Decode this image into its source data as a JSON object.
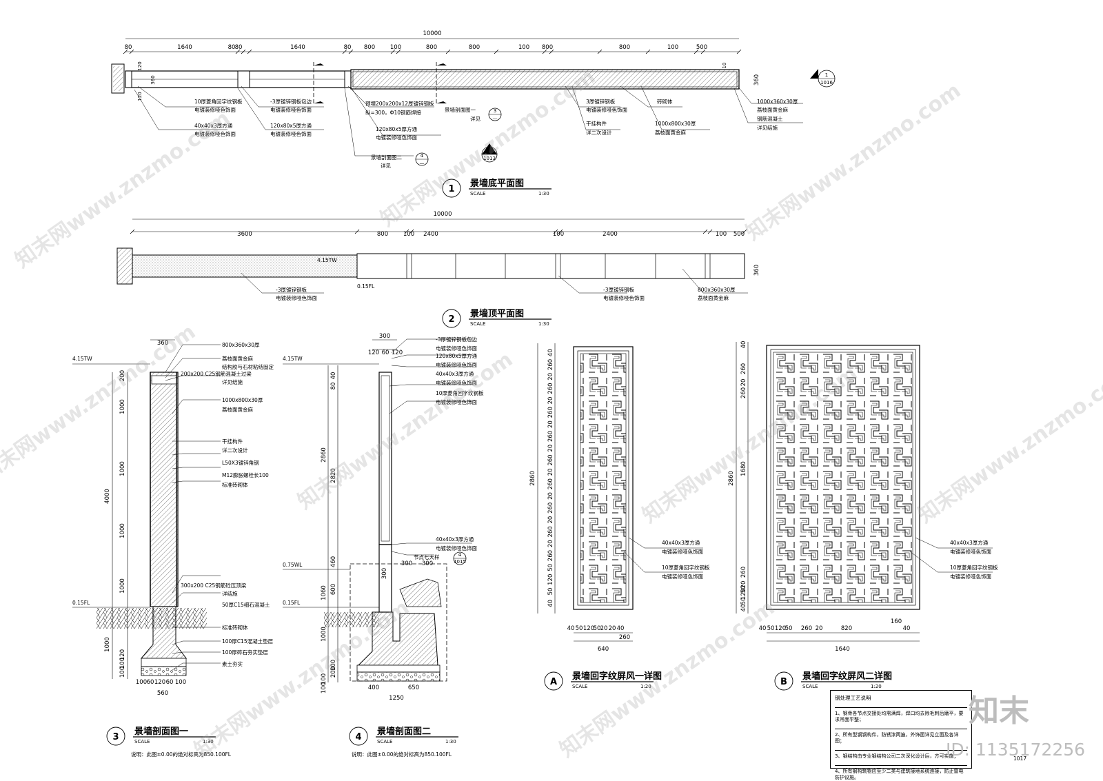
{
  "plan1": {
    "total": "10000",
    "dims": [
      "80",
      "1640",
      "80",
      "80",
      "1640",
      "80",
      "800",
      "100",
      "800",
      "800",
      "100",
      "800",
      "800",
      "100",
      "500"
    ],
    "notes": [
      "10厚菱角回字纹钢板",
      "电镀装修哑色饰面",
      "40x40x3厚方通",
      "电镀装修哑色饰面",
      "-3厚镀锌钢板包边",
      "电镀装修哑色饰面",
      "120x80x5厚方通",
      "电镀装修哑色饰面",
      "预埋200x200x12厚镀锌钢板",
      "纵=300，Φ10钢筋焊接",
      "120x80x5厚方通",
      "电镀装修哑色饰面",
      "3厚镀锌钢板",
      "电镀装修哑色饰面",
      "干挂构件",
      "详二次设计",
      "1000x800x30厚",
      "荔枝面黄金麻",
      "砖砌体",
      "1000x360x30厚",
      "荔枝面黄金麻",
      "钢筋混凝土",
      "详见结施"
    ],
    "callouts": [
      "景墙剖面图一",
      "详见",
      "景墙剖面图二",
      "详见"
    ],
    "callout_nums": [
      "3",
      "—",
      "4",
      "—"
    ],
    "sym_top": [
      "1",
      "1016"
    ],
    "sym_bottom": [
      "2",
      "1013"
    ],
    "side_dims": [
      "120",
      "360",
      "120",
      "10",
      "360"
    ]
  },
  "titles": {
    "t1": {
      "num": "1",
      "name": "景墙底平面图",
      "scale_lbl": "SCALE",
      "scale": "1:30"
    },
    "t2": {
      "num": "2",
      "name": "景墙顶平面图",
      "scale_lbl": "SCALE",
      "scale": "1:30"
    },
    "t3": {
      "num": "3",
      "name": "景墙剖面图一",
      "scale_lbl": "SCALE",
      "scale": "1:30"
    },
    "t4": {
      "num": "4",
      "name": "景墙剖面图二",
      "scale_lbl": "SCALE",
      "scale": "1:30"
    },
    "tA": {
      "num": "A",
      "name": "景墙回字纹屏风一详图",
      "scale_lbl": "SCALE",
      "scale": "1:20"
    },
    "tB": {
      "num": "B",
      "name": "景墙回字纹屏风二详图",
      "scale_lbl": "SCALE",
      "scale": "1:20"
    }
  },
  "plan2": {
    "total": "10000",
    "dims": [
      "3600",
      "800",
      "100",
      "2400",
      "100",
      "2400",
      "100",
      "500"
    ],
    "level_top": "4.15TW",
    "level_fl": "0.15FL",
    "side": "360",
    "notes": [
      "-3厚镀锌钢板",
      "电镀装修哑色饰面",
      "-3厚镀锌钢板",
      "电镀装修哑色饰面",
      "800x360x30厚",
      "荔枝面黄金麻"
    ]
  },
  "sec3": {
    "top_dim": "360",
    "levels": [
      "4.15TW",
      "0.15FL"
    ],
    "vdims": [
      "1000",
      "1000",
      "4000",
      "1000",
      "1000",
      "200",
      "1000",
      "120",
      "100",
      "100"
    ],
    "bottom_dims": [
      "100",
      "60",
      "120",
      "60",
      "100",
      "560"
    ],
    "notes": [
      "800x360x30厚",
      "荔枝面黄金麻",
      "结构胶与石材粘结固定",
      "200x200 C25钢筋混凝土过梁",
      "详见结施",
      "1000x800x30厚",
      "荔枝面黄金麻",
      "干挂构件",
      "详二次设计",
      "L50X3镀锌角钢",
      "M12膨胀螺栓长100",
      "标准砖砌体",
      "300x200 C25钢筋砼压顶梁",
      "详结施",
      "50厚C15细石混凝土",
      "标准砖砌体",
      "100厚C15混凝土垫层",
      "100厚碎石夯实垫层",
      "素土夯实"
    ],
    "caption": "说明：此图±0.00的绝对标高为850.100FL"
  },
  "sec4": {
    "top_dims": [
      "300",
      "120",
      "60",
      "120"
    ],
    "levels": [
      "4.15TW",
      "0.75WL",
      "0.15FL"
    ],
    "vdims": [
      "40",
      "80",
      "2860",
      "2820",
      "460",
      "1060",
      "600",
      "1000",
      "100",
      "200",
      "100",
      "100"
    ],
    "inner_dims": [
      "300",
      "300",
      "300"
    ],
    "bottom_dims": [
      "400",
      "650",
      "1250"
    ],
    "notes": [
      "-3厚镀锌钢板包边",
      "电镀装修哑色饰面",
      "120x80x5厚方通",
      "电镀装修哑色饰面",
      "40x40x3厚方通",
      "电镀装修哑色饰面",
      "10厚菱角回字纹钢板",
      "电镀装修哑色饰面",
      "40x40x3厚方通",
      "电镀装修哑色饰面",
      "节点七大样"
    ],
    "detail_sym": [
      "4",
      "1015"
    ],
    "caption": "说明：此图±0.00的绝对标高为850.100FL"
  },
  "detailA": {
    "vdims": [
      "40",
      "260",
      "20",
      "260",
      "20",
      "260",
      "20",
      "260",
      "20",
      "260",
      "20",
      "260",
      "20",
      "260",
      "20",
      "260",
      "20",
      "260",
      "50",
      "120",
      "50",
      "40"
    ],
    "total_h": "2860",
    "bottom_dims": [
      "40",
      "50",
      "120",
      "50",
      "20",
      "20",
      "40",
      "260",
      "640"
    ],
    "notes": [
      "40x40x3厚方通",
      "电镀装修哑色饰面",
      "10厚菱角回字纹钢板",
      "电镀装修哑色饰面"
    ]
  },
  "detailB": {
    "vdims": [
      "40",
      "260",
      "20",
      "260",
      "1680",
      "260",
      "20",
      "50",
      "120",
      "50",
      "40"
    ],
    "total_h": "2860",
    "bottom_dims": [
      "40",
      "50",
      "120",
      "50",
      "260",
      "20",
      "820",
      "160",
      "40",
      "1640"
    ],
    "notes": [
      "40x40x3厚方通",
      "电镀装修哑色饰面",
      "10厚菱角回字纹钢板",
      "电镀装修哑色饰面"
    ]
  },
  "notes_box": {
    "title": "钢处理工艺说明",
    "lines": [
      "1、钢骨各节点交接处均需满焊，焊口均去除毛刺后磨平，要求吊面平整；",
      "2、所有型钢钢构件，防锈漆两遍，外饰面详见立面及各详图；",
      "3、钢结构由专业钢结构公司二次深化设计后，方可实施；",
      "4、所有钢构筑物应至少二类与建筑接地系统连接，防止雷电防护设施。"
    ]
  },
  "page_no": "1017",
  "logo": "知末",
  "id_label": "ID: 1135172256",
  "watermark": "知末网www.znzmo.com"
}
